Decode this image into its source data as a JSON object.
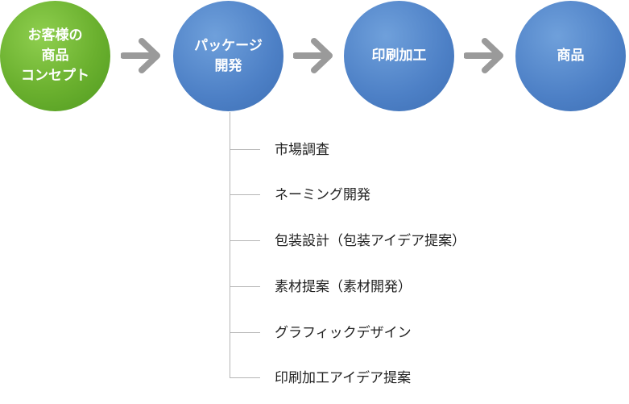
{
  "flow": {
    "steps": [
      {
        "label": "お客様の\n商品\nコンセプト",
        "color": "#6ab02e"
      },
      {
        "label": "パッケージ\n開発",
        "color": "#4d80c6"
      },
      {
        "label": "印刷加工",
        "color": "#4d80c6"
      },
      {
        "label": "商品",
        "color": "#4d80c6"
      }
    ],
    "arrow_color": "#9a9a9a"
  },
  "branch": {
    "items": [
      "市場調査",
      "ネーミング開発",
      "包装設計（包装アイデア提案）",
      "素材提案（素材開発）",
      "グラフィックデザイン",
      "印刷加工アイデア提案"
    ],
    "line_color": "#b5b5b5"
  }
}
